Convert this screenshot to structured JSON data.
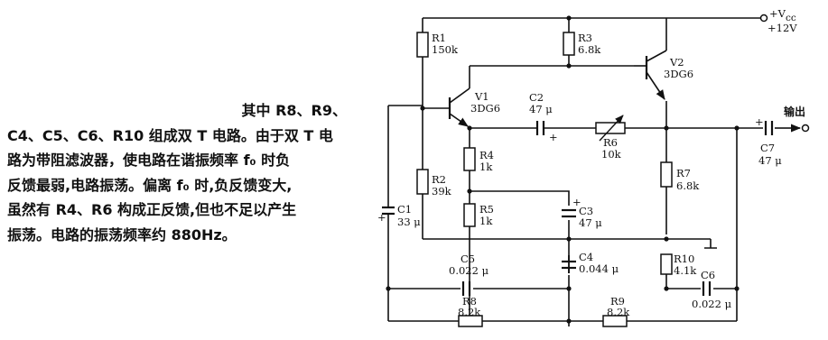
{
  "description_lines": [
    "其中 R8、R9、",
    "C4、C5、C6、R10 组成双 T 电路。由于双 T 电",
    "路为带阻滤波器，使电路在谐振频率 f₀ 时负",
    "反馈最弱,电路振荡。偏离 f₀ 时,负反馈变大,",
    "虽然有 R4、R6 构成正反馈,但也不足以产生",
    "振荡。电路的振荡频率约 880Hz。"
  ],
  "supply": {
    "label": "+V",
    "sub": "cc",
    "value": "+12V"
  },
  "output_label": "输出",
  "components": {
    "R1": {
      "name": "R1",
      "value": "150k"
    },
    "R2": {
      "name": "R2",
      "value": "39k"
    },
    "R3": {
      "name": "R3",
      "value": "6.8k"
    },
    "R4": {
      "name": "R4",
      "value": "1k"
    },
    "R5": {
      "name": "R5",
      "value": "1k"
    },
    "R6": {
      "name": "R6",
      "value": "10k"
    },
    "R7": {
      "name": "R7",
      "value": "6.8k"
    },
    "R8": {
      "name": "R8",
      "value": "8.2k"
    },
    "R9": {
      "name": "R9",
      "value": "8.2k"
    },
    "R10": {
      "name": "R10",
      "value": "4.1k"
    },
    "C1": {
      "name": "C1",
      "value": "33 μ"
    },
    "C2": {
      "name": "C2",
      "value": "47 μ"
    },
    "C3": {
      "name": "C3",
      "value": "47 μ"
    },
    "C4": {
      "name": "C4",
      "value": "0.044 μ"
    },
    "C5": {
      "name": "C5",
      "value": "0.022 μ"
    },
    "C6": {
      "name": "C6",
      "value": "0.022 μ"
    },
    "C7": {
      "name": "C7",
      "value": "47 μ"
    },
    "V1": {
      "name": "V1",
      "value": "3DG6"
    },
    "V2": {
      "name": "V2",
      "value": "3DG6"
    }
  },
  "polarity_marks": {
    "plus": "+",
    "minus": "-"
  }
}
